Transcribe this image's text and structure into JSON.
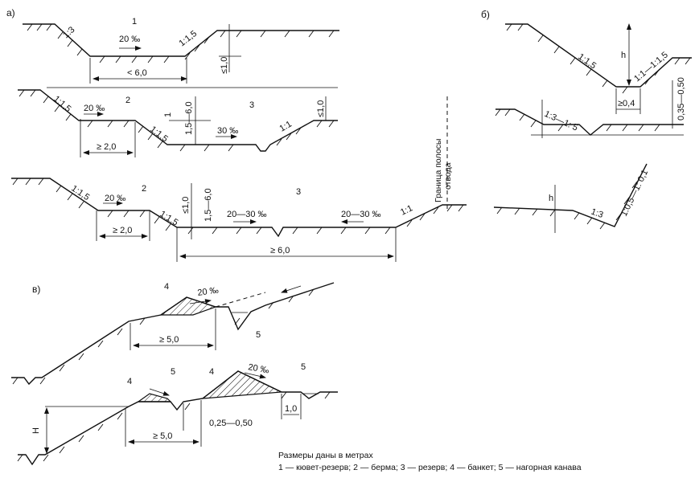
{
  "panels": {
    "a": "а)",
    "b": "б)",
    "v": "в)"
  },
  "labels": {
    "one": "1",
    "two": "2",
    "three": "3",
    "four": "4",
    "five": "5",
    "slope_1_3": "1:3",
    "slope_1_1_5": "1:1,5",
    "slope_1_1": "1:1",
    "slope_1_1_1_5": "1:1—1:1,5",
    "slope_1_3_1_5": "1:3—1: 5",
    "slope_0_5_0_1": "1:0,5—1: 0,1",
    "grade_20": "20 ‰",
    "grade_30": "30 ‰",
    "grade_20_30": "20—30 ‰",
    "grade_20_v": "20 ‰",
    "lt_6": "< 6,0",
    "le_1": "≤1,0",
    "ge_2": "≥ 2,0",
    "range_1_5_6": "1,5—6,0",
    "ge_6": "≥ 6,0",
    "ge_0_4": "≥0,4",
    "range_0_35_0_50": "0,35—0,50",
    "h": "h",
    "H": "H",
    "ge_5": "≥ 5,0",
    "range_0_25_0_50": "0,25—0,50",
    "one_zero": "1,0",
    "one_dim": "1",
    "boundary_line1": "Граница полосы",
    "boundary_line2": "отвода"
  },
  "notes": {
    "units": "Размеры даны в метрах",
    "legend": "1 — кювет-резерв;  2 — берма;  3 — резерв;  4 — банкет;  5 — нагорная канава"
  }
}
